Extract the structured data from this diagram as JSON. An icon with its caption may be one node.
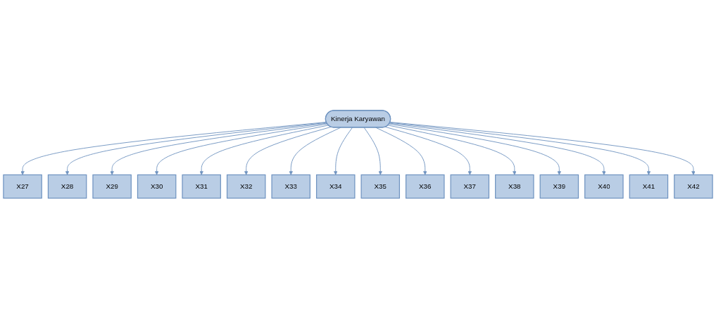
{
  "diagram": {
    "nodes": [
      {
        "text": [
          "Kinerja Karyawan"
        ]
      },
      {
        "text": [
          "X27"
        ]
      },
      {
        "text": [
          "X28"
        ]
      },
      {
        "text": [
          "X29"
        ]
      },
      {
        "text": [
          "X30"
        ]
      },
      {
        "text": [
          "X31"
        ]
      },
      {
        "text": [
          "X32"
        ]
      },
      {
        "text": [
          "X33"
        ]
      },
      {
        "text": [
          "X34"
        ]
      },
      {
        "text": [
          "X35"
        ]
      },
      {
        "text": [
          "X36"
        ]
      },
      {
        "text": [
          "X37"
        ]
      },
      {
        "text": [
          "X38"
        ]
      },
      {
        "text": [
          "X39"
        ]
      },
      {
        "text": [
          "X40"
        ]
      },
      {
        "text": [
          "X41"
        ]
      },
      {
        "text": [
          "X42"
        ]
      }
    ],
    "edges": [
      {
        "from": 0,
        "to": 1,
        "arrow": "to"
      },
      {
        "from": 0,
        "to": 2,
        "arrow": "to"
      },
      {
        "from": 0,
        "to": 3,
        "arrow": "to"
      },
      {
        "from": 0,
        "to": 4,
        "arrow": "to"
      },
      {
        "from": 0,
        "to": 5,
        "arrow": "to"
      },
      {
        "from": 0,
        "to": 6,
        "arrow": "to"
      },
      {
        "from": 0,
        "to": 7,
        "arrow": "to"
      },
      {
        "from": 0,
        "to": 8,
        "arrow": "to"
      },
      {
        "from": 0,
        "to": 9,
        "arrow": "to"
      },
      {
        "from": 0,
        "to": 10,
        "arrow": "to"
      },
      {
        "from": 0,
        "to": 11,
        "arrow": "to"
      },
      {
        "from": 0,
        "to": 12,
        "arrow": "to"
      },
      {
        "from": 0,
        "to": 13,
        "arrow": "to"
      },
      {
        "from": 0,
        "to": 14,
        "arrow": "to"
      },
      {
        "from": 0,
        "to": 15,
        "arrow": "to"
      },
      {
        "from": 0,
        "to": 16,
        "arrow": "to"
      }
    ]
  }
}
